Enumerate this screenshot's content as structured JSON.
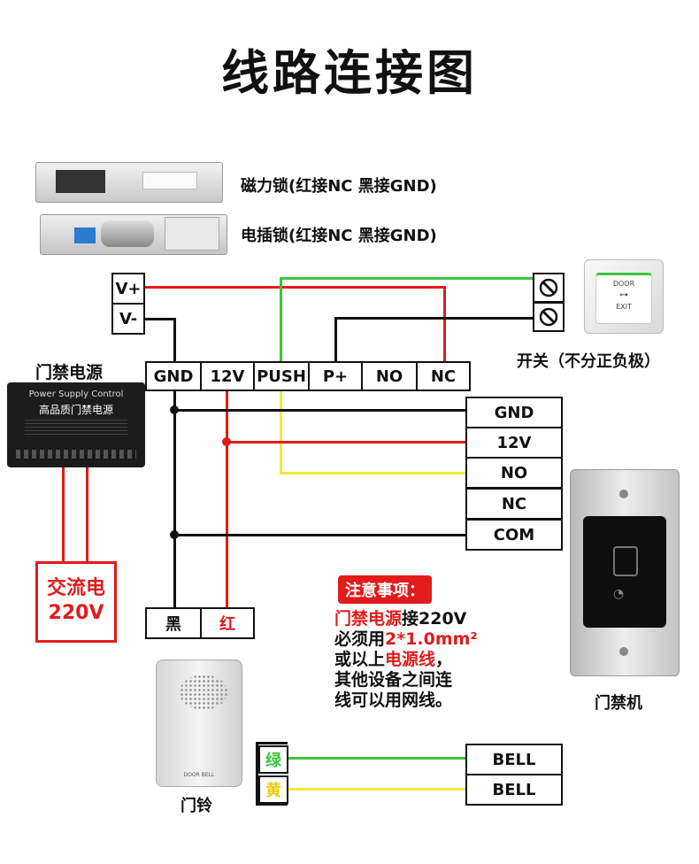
{
  "title": "线路连接图",
  "locks": {
    "magnetic": "磁力锁(红接NC 黑接GND)",
    "electric_bolt": "电插锁(红接NC 黑接GND)"
  },
  "vplus": "V+",
  "vminus": "V-",
  "power_supply": {
    "label": "门禁电源",
    "device_line1": "Power Supply Control",
    "device_line2": "高品质门禁电源",
    "terminals": [
      "GND",
      "12V",
      "PUSH",
      "P+",
      "NO",
      "NC"
    ]
  },
  "switch": {
    "label": "开关（不分正负极）",
    "door_text": "DOOR",
    "exit_text": "EXIT"
  },
  "controller": {
    "label": "门禁机",
    "terminals": [
      "GND",
      "12V",
      "NO",
      "NC",
      "COM"
    ],
    "bell_terminals": [
      "BELL",
      "BELL"
    ]
  },
  "ac_power": {
    "line1": "交流电",
    "line2": "220V"
  },
  "doorbell": {
    "label": "门铃",
    "terminals": [
      "黑",
      "红"
    ],
    "brand": "DOOR BELL",
    "wire_labels": [
      "绿",
      "黄"
    ]
  },
  "notice": {
    "title": "注意事项：",
    "l1_red": "门禁电源",
    "l1_rest": "接220V",
    "l2_a": "必须用",
    "l2_red": "2*1.0mm²",
    "l3_a": "或以上",
    "l3_red": "电源线",
    "l3_b": "，",
    "l4": "其他设备之间连",
    "l5": "线可以用网线。"
  },
  "colors": {
    "red": "#e21b1b",
    "black": "#111111",
    "green": "#3cc43c",
    "yellow": "#f2e93a"
  }
}
